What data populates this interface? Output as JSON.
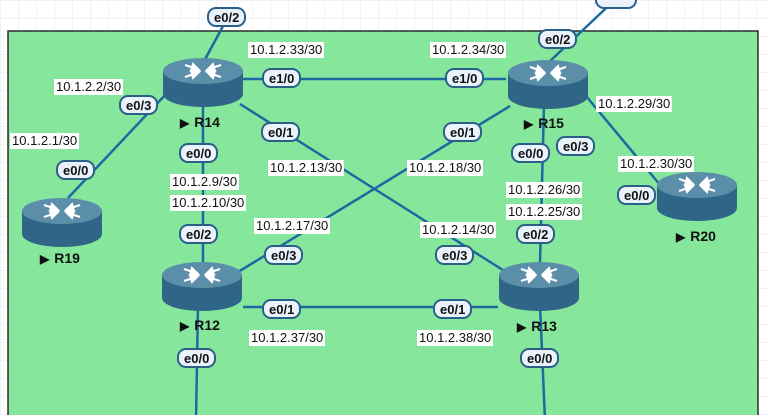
{
  "colors": {
    "area_fill": "#85e69c",
    "area_border": "#2b2b2b",
    "link": "#1e6aa0",
    "router_top": "#5b8ea9",
    "router_body": "#2f6586",
    "port_border": "#2a5f8a",
    "port_fill": "#eaf2fb"
  },
  "routers": {
    "r14": {
      "name": "R14",
      "icon": "router-icon"
    },
    "r15": {
      "name": "R15",
      "icon": "router-icon"
    },
    "r19": {
      "name": "R19",
      "icon": "router-icon"
    },
    "r12": {
      "name": "R12",
      "icon": "router-icon"
    },
    "r13": {
      "name": "R13",
      "icon": "router-icon"
    },
    "r20": {
      "name": "R20",
      "icon": "router-icon"
    }
  },
  "ports": {
    "r14_top": "e0/2",
    "r15_top": "e0/2",
    "r14_e1_0": "e1/0",
    "r15_e1_0": "e1/0",
    "r14_e0_3": "e0/3",
    "r19_e0_0": "e0/0",
    "r14_e0_1": "e0/1",
    "r15_e0_1": "e0/1",
    "r14_e0_0": "e0/0",
    "r15_e0_0": "e0/0",
    "r15_e0_3": "e0/3",
    "r20_e0_0": "e0/0",
    "r12_e0_2": "e0/2",
    "r13_e0_2": "e0/2",
    "r12_e0_3": "e0/3",
    "r13_e0_3": "e0/3",
    "r12_e0_1": "e0/1",
    "r13_e0_1": "e0/1",
    "r12_e0_0": "e0/0",
    "r13_e0_0": "e0/0"
  },
  "addresses": {
    "a_33": "10.1.2.33/30",
    "a_34": "10.1.2.34/30",
    "a_2": "10.1.2.2/30",
    "a_29": "10.1.2.29/30",
    "a_1": "10.1.2.1/30",
    "a_13": "10.1.2.13/30",
    "a_18": "10.1.2.18/30",
    "a_30": "10.1.2.30/30",
    "a_9": "10.1.2.9/30",
    "a_26": "10.1.2.26/30",
    "a_10": "10.1.2.10/30",
    "a_25": "10.1.2.25/30",
    "a_17": "10.1.2.17/30",
    "a_14": "10.1.2.14/30",
    "a_37": "10.1.2.37/30",
    "a_38": "10.1.2.38/30"
  }
}
